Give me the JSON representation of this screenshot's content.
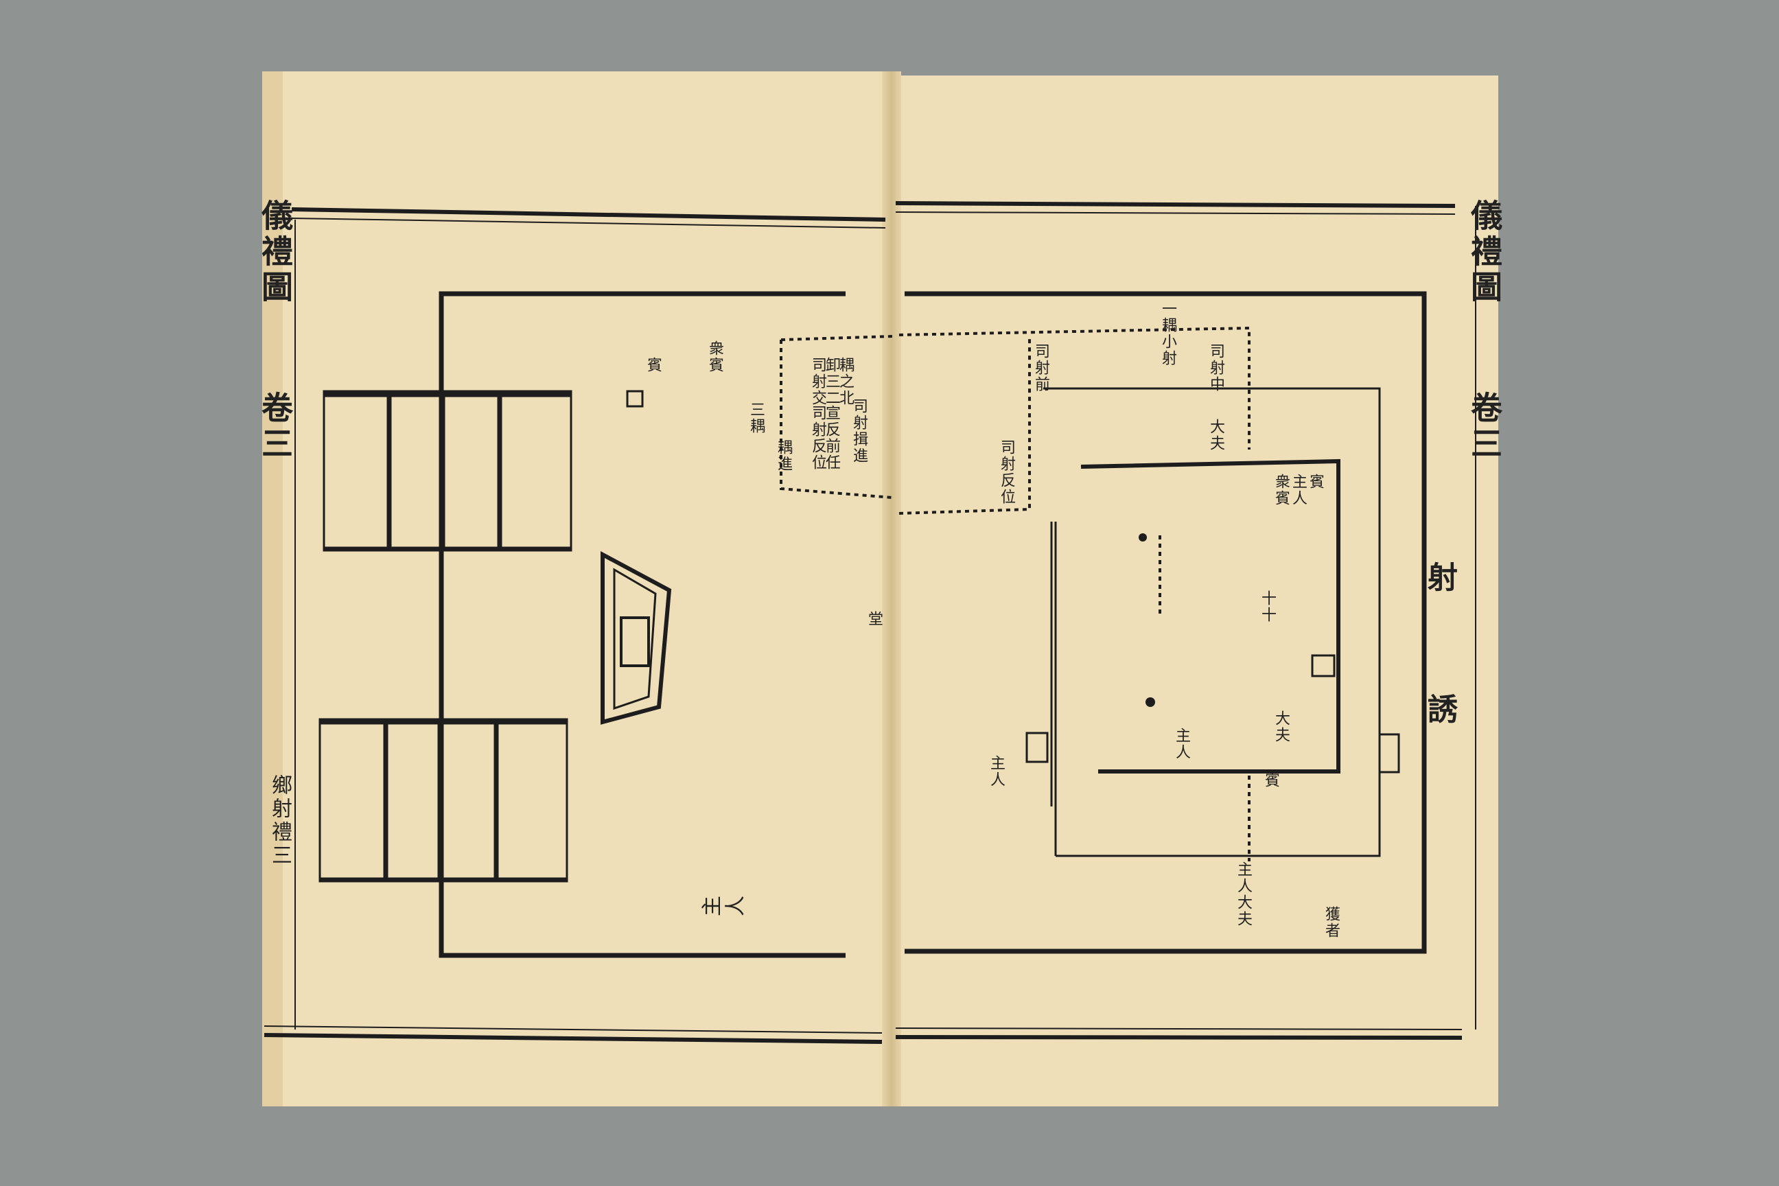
{
  "left_page": {
    "running_title": "儀禮圖",
    "volume": "卷三",
    "section": "鄉射禮三",
    "labels": {
      "guest_seat": "衆賓",
      "guest": "賓",
      "three_ears": "三耦",
      "officials": [
        "司射交",
        "卸三二",
        "耦之北",
        "司射揖進",
        "司射反位",
        "宣反前任",
        "耦進"
      ],
      "lower": "主人",
      "center_small": "堂"
    }
  },
  "right_page": {
    "running_title": "儀禮圖",
    "volume": "卷三",
    "heading": "射",
    "subheading": "誘",
    "labels": {
      "top_a": "一耦小射",
      "top_b": "司射中",
      "top_c": "大夫",
      "left_a": "司射反位",
      "left_b": "司射前",
      "inner_cols": [
        "賓",
        "主人",
        "衆賓"
      ],
      "center_a": "十十",
      "bottom_a": "主人",
      "bottom_b": "大夫",
      "bottom_c": "主人大夫",
      "bottom_d": "賓",
      "bottom_e": "主人",
      "footer": "獲者"
    }
  }
}
